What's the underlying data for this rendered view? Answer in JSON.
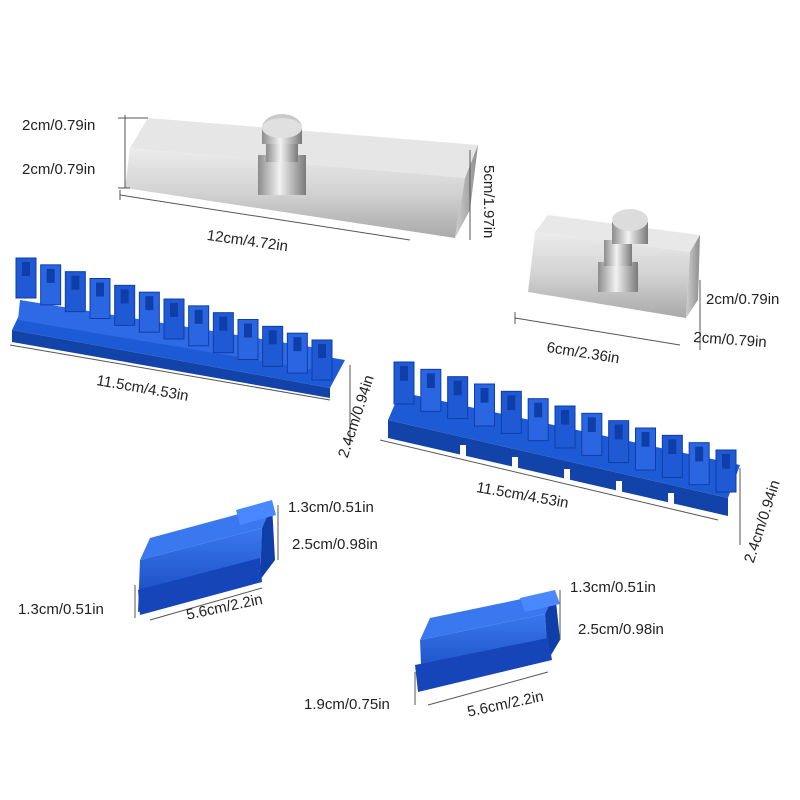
{
  "colors": {
    "aluminum_light": "#d9d9da",
    "aluminum_dark": "#9b9b9c",
    "tab_blue": "#1d5bd6",
    "tab_blue_dark": "#0f3ea8",
    "dimension_line": "#555555"
  },
  "dimensions": {
    "puller_long": {
      "height_top": "2cm/0.79in",
      "height_bottom": "2cm/0.79in",
      "length": "12cm/4.72in",
      "side": "5cm/1.97in"
    },
    "puller_short": {
      "length": "6cm/2.36in",
      "height_top": "2cm/0.79in",
      "height_bottom": "2cm/0.79in"
    },
    "tab_comb_a": {
      "length": "11.5cm/4.53in",
      "height": "2.4cm/0.94in"
    },
    "tab_comb_b": {
      "length": "11.5cm/4.53in",
      "height": "2.4cm/0.94in"
    },
    "tab_block_a": {
      "top": "1.3cm/0.51in",
      "middle": "2.5cm/0.98in",
      "length": "5.6cm/2.2in",
      "base": "1.3cm/0.51in"
    },
    "tab_block_b": {
      "top": "1.3cm/0.51in",
      "middle": "2.5cm/0.98in",
      "length": "5.6cm/2.2in",
      "base": "1.9cm/0.75in"
    }
  }
}
